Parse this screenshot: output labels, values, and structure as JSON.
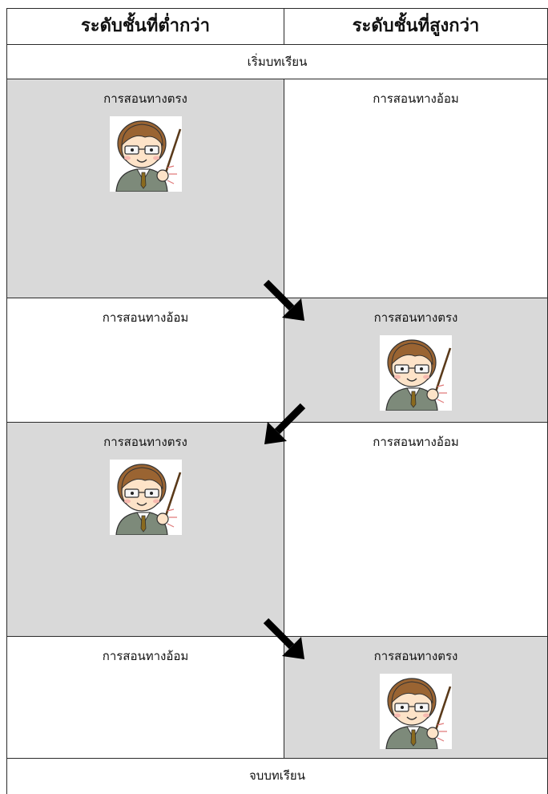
{
  "header": {
    "left": "ระดับชั้นที่ต่ำกว่า",
    "right": "ระดับชั้นที่สูงกว่า"
  },
  "start_label": "เริ่มบทเรียน",
  "end_label": "จบบทเรียน",
  "rows": [
    {
      "left": "การสอนทางตรง",
      "right": "การสอนทางอ้อม",
      "teacher_side": "left"
    },
    {
      "left": "การสอนทางอ้อม",
      "right": "การสอนทางตรง",
      "teacher_side": "right"
    },
    {
      "left": "การสอนทางตรง",
      "right": "การสอนทางอ้อม",
      "teacher_side": "left"
    },
    {
      "left": "การสอนทางอ้อม",
      "right": "การสอนทางตรง",
      "teacher_side": "right"
    }
  ],
  "colors": {
    "shaded": "#d9d9d9",
    "border": "#2a2a2a",
    "arrow": "#000000"
  },
  "icons": [
    "teacher-with-pointer-icon",
    "arrow-down-right-icon",
    "arrow-down-left-icon"
  ]
}
